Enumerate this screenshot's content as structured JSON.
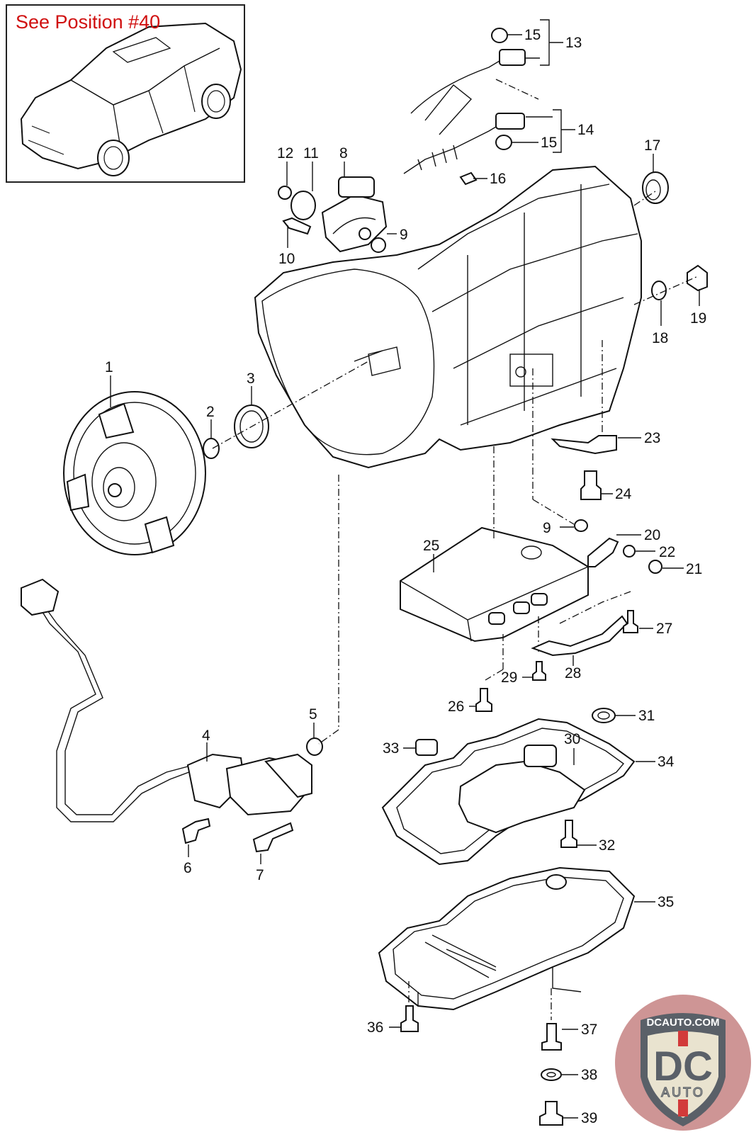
{
  "inset": {
    "note": "See Position #40",
    "note_color": "#d01010",
    "vehicle": "SUV overview illustration"
  },
  "callouts": [
    {
      "id": "1",
      "label": "1"
    },
    {
      "id": "2",
      "label": "2"
    },
    {
      "id": "3",
      "label": "3"
    },
    {
      "id": "4",
      "label": "4"
    },
    {
      "id": "5",
      "label": "5"
    },
    {
      "id": "6",
      "label": "6"
    },
    {
      "id": "7",
      "label": "7"
    },
    {
      "id": "8",
      "label": "8"
    },
    {
      "id": "9a",
      "label": "9"
    },
    {
      "id": "9b",
      "label": "9"
    },
    {
      "id": "10",
      "label": "10"
    },
    {
      "id": "11",
      "label": "11"
    },
    {
      "id": "12",
      "label": "12"
    },
    {
      "id": "13",
      "label": "13"
    },
    {
      "id": "14",
      "label": "14"
    },
    {
      "id": "15a",
      "label": "15"
    },
    {
      "id": "15b",
      "label": "15"
    },
    {
      "id": "16",
      "label": "16"
    },
    {
      "id": "17",
      "label": "17"
    },
    {
      "id": "18",
      "label": "18"
    },
    {
      "id": "19",
      "label": "19"
    },
    {
      "id": "20",
      "label": "20"
    },
    {
      "id": "21",
      "label": "21"
    },
    {
      "id": "22",
      "label": "22"
    },
    {
      "id": "23",
      "label": "23"
    },
    {
      "id": "24",
      "label": "24"
    },
    {
      "id": "25",
      "label": "25"
    },
    {
      "id": "26",
      "label": "26"
    },
    {
      "id": "27",
      "label": "27"
    },
    {
      "id": "28",
      "label": "28"
    },
    {
      "id": "29",
      "label": "29"
    },
    {
      "id": "30",
      "label": "30"
    },
    {
      "id": "31",
      "label": "31"
    },
    {
      "id": "32",
      "label": "32"
    },
    {
      "id": "33",
      "label": "33"
    },
    {
      "id": "34",
      "label": "34"
    },
    {
      "id": "35",
      "label": "35"
    },
    {
      "id": "36",
      "label": "36"
    },
    {
      "id": "37",
      "label": "37"
    },
    {
      "id": "38",
      "label": "38"
    },
    {
      "id": "39",
      "label": "39"
    }
  ],
  "watermark": {
    "top_text": "DCAUTO.COM",
    "main_text": "DC",
    "sub_text": "AUTO",
    "circle_color": "#c98a8a",
    "shield_color": "#e9e3cf",
    "letter_color": "#5a6068",
    "accent_color": "#d23a3a"
  }
}
